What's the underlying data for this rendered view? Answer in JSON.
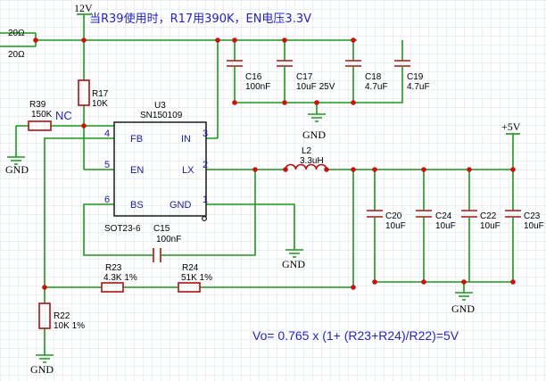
{
  "note": "当R39使用时，R17用390K，EN电压3.3V",
  "formula": "Vo= 0.765 x (1+ (R23+R24)/R22)=5V",
  "nc_label": "NC",
  "power": {
    "vin": "12V",
    "vout": "+5V",
    "gnd": "GND"
  },
  "left_partial": {
    "top": "20Ω",
    "bottom": "20Ω"
  },
  "ic": {
    "ref": "U3",
    "part": "SN150109",
    "package": "SOT23-6",
    "pins": [
      {
        "name": "FB",
        "num": "4"
      },
      {
        "name": "EN",
        "num": "5"
      },
      {
        "name": "BS",
        "num": "6"
      },
      {
        "name": "IN",
        "num": "3"
      },
      {
        "name": "LX",
        "num": "2"
      },
      {
        "name": "GND",
        "num": "1"
      }
    ]
  },
  "inductor": {
    "ref": "L2",
    "value": "3.3uH"
  },
  "resistors": {
    "r17": {
      "ref": "R17",
      "value": "10K"
    },
    "r39": {
      "ref": "R39",
      "value": "150K"
    },
    "r23": {
      "ref": "R23",
      "value": "4.3K 1%"
    },
    "r24": {
      "ref": "R24",
      "value": "51K 1%"
    },
    "r22": {
      "ref": "R22",
      "value": "10K 1%"
    }
  },
  "caps_in": [
    {
      "ref": "C16",
      "value": "100nF"
    },
    {
      "ref": "C17",
      "value": "10uF 25V"
    },
    {
      "ref": "C18",
      "value": "4.7uF"
    },
    {
      "ref": "C19",
      "value": "4.7uF"
    }
  ],
  "cap_bs": {
    "ref": "C15",
    "value": "100nF"
  },
  "caps_out": [
    {
      "ref": "C20",
      "value": "10uF"
    },
    {
      "ref": "C24",
      "value": "10uF"
    },
    {
      "ref": "C22",
      "value": "10uF"
    },
    {
      "ref": "C23",
      "value": "10uF"
    }
  ]
}
